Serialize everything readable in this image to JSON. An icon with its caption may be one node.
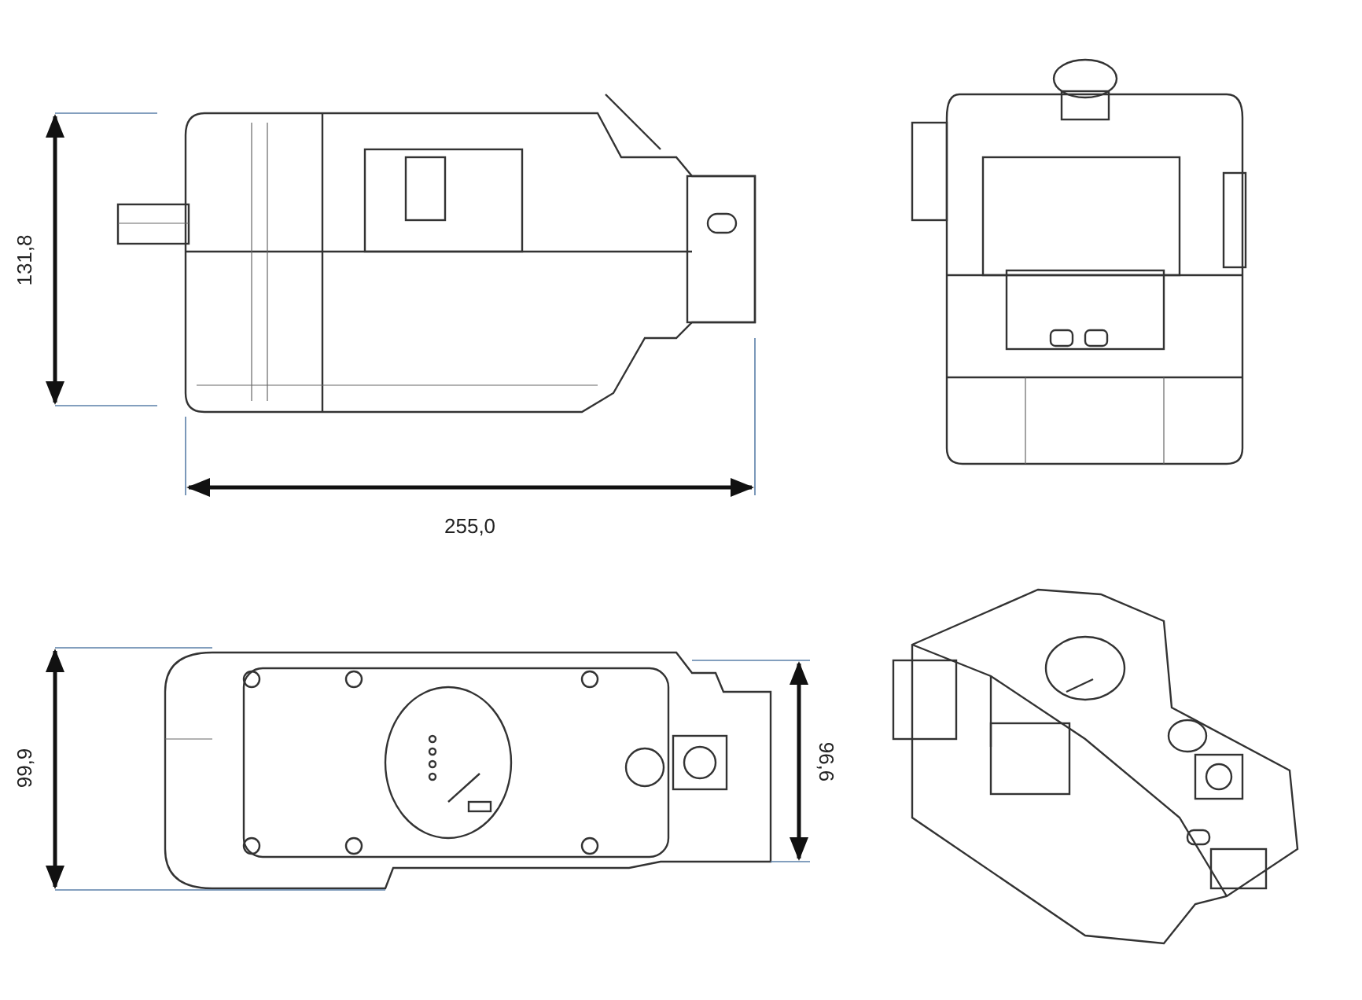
{
  "diagram": {
    "labels": [
      "131,8",
      "255,0",
      "99,9",
      "96,6"
    ]
  }
}
